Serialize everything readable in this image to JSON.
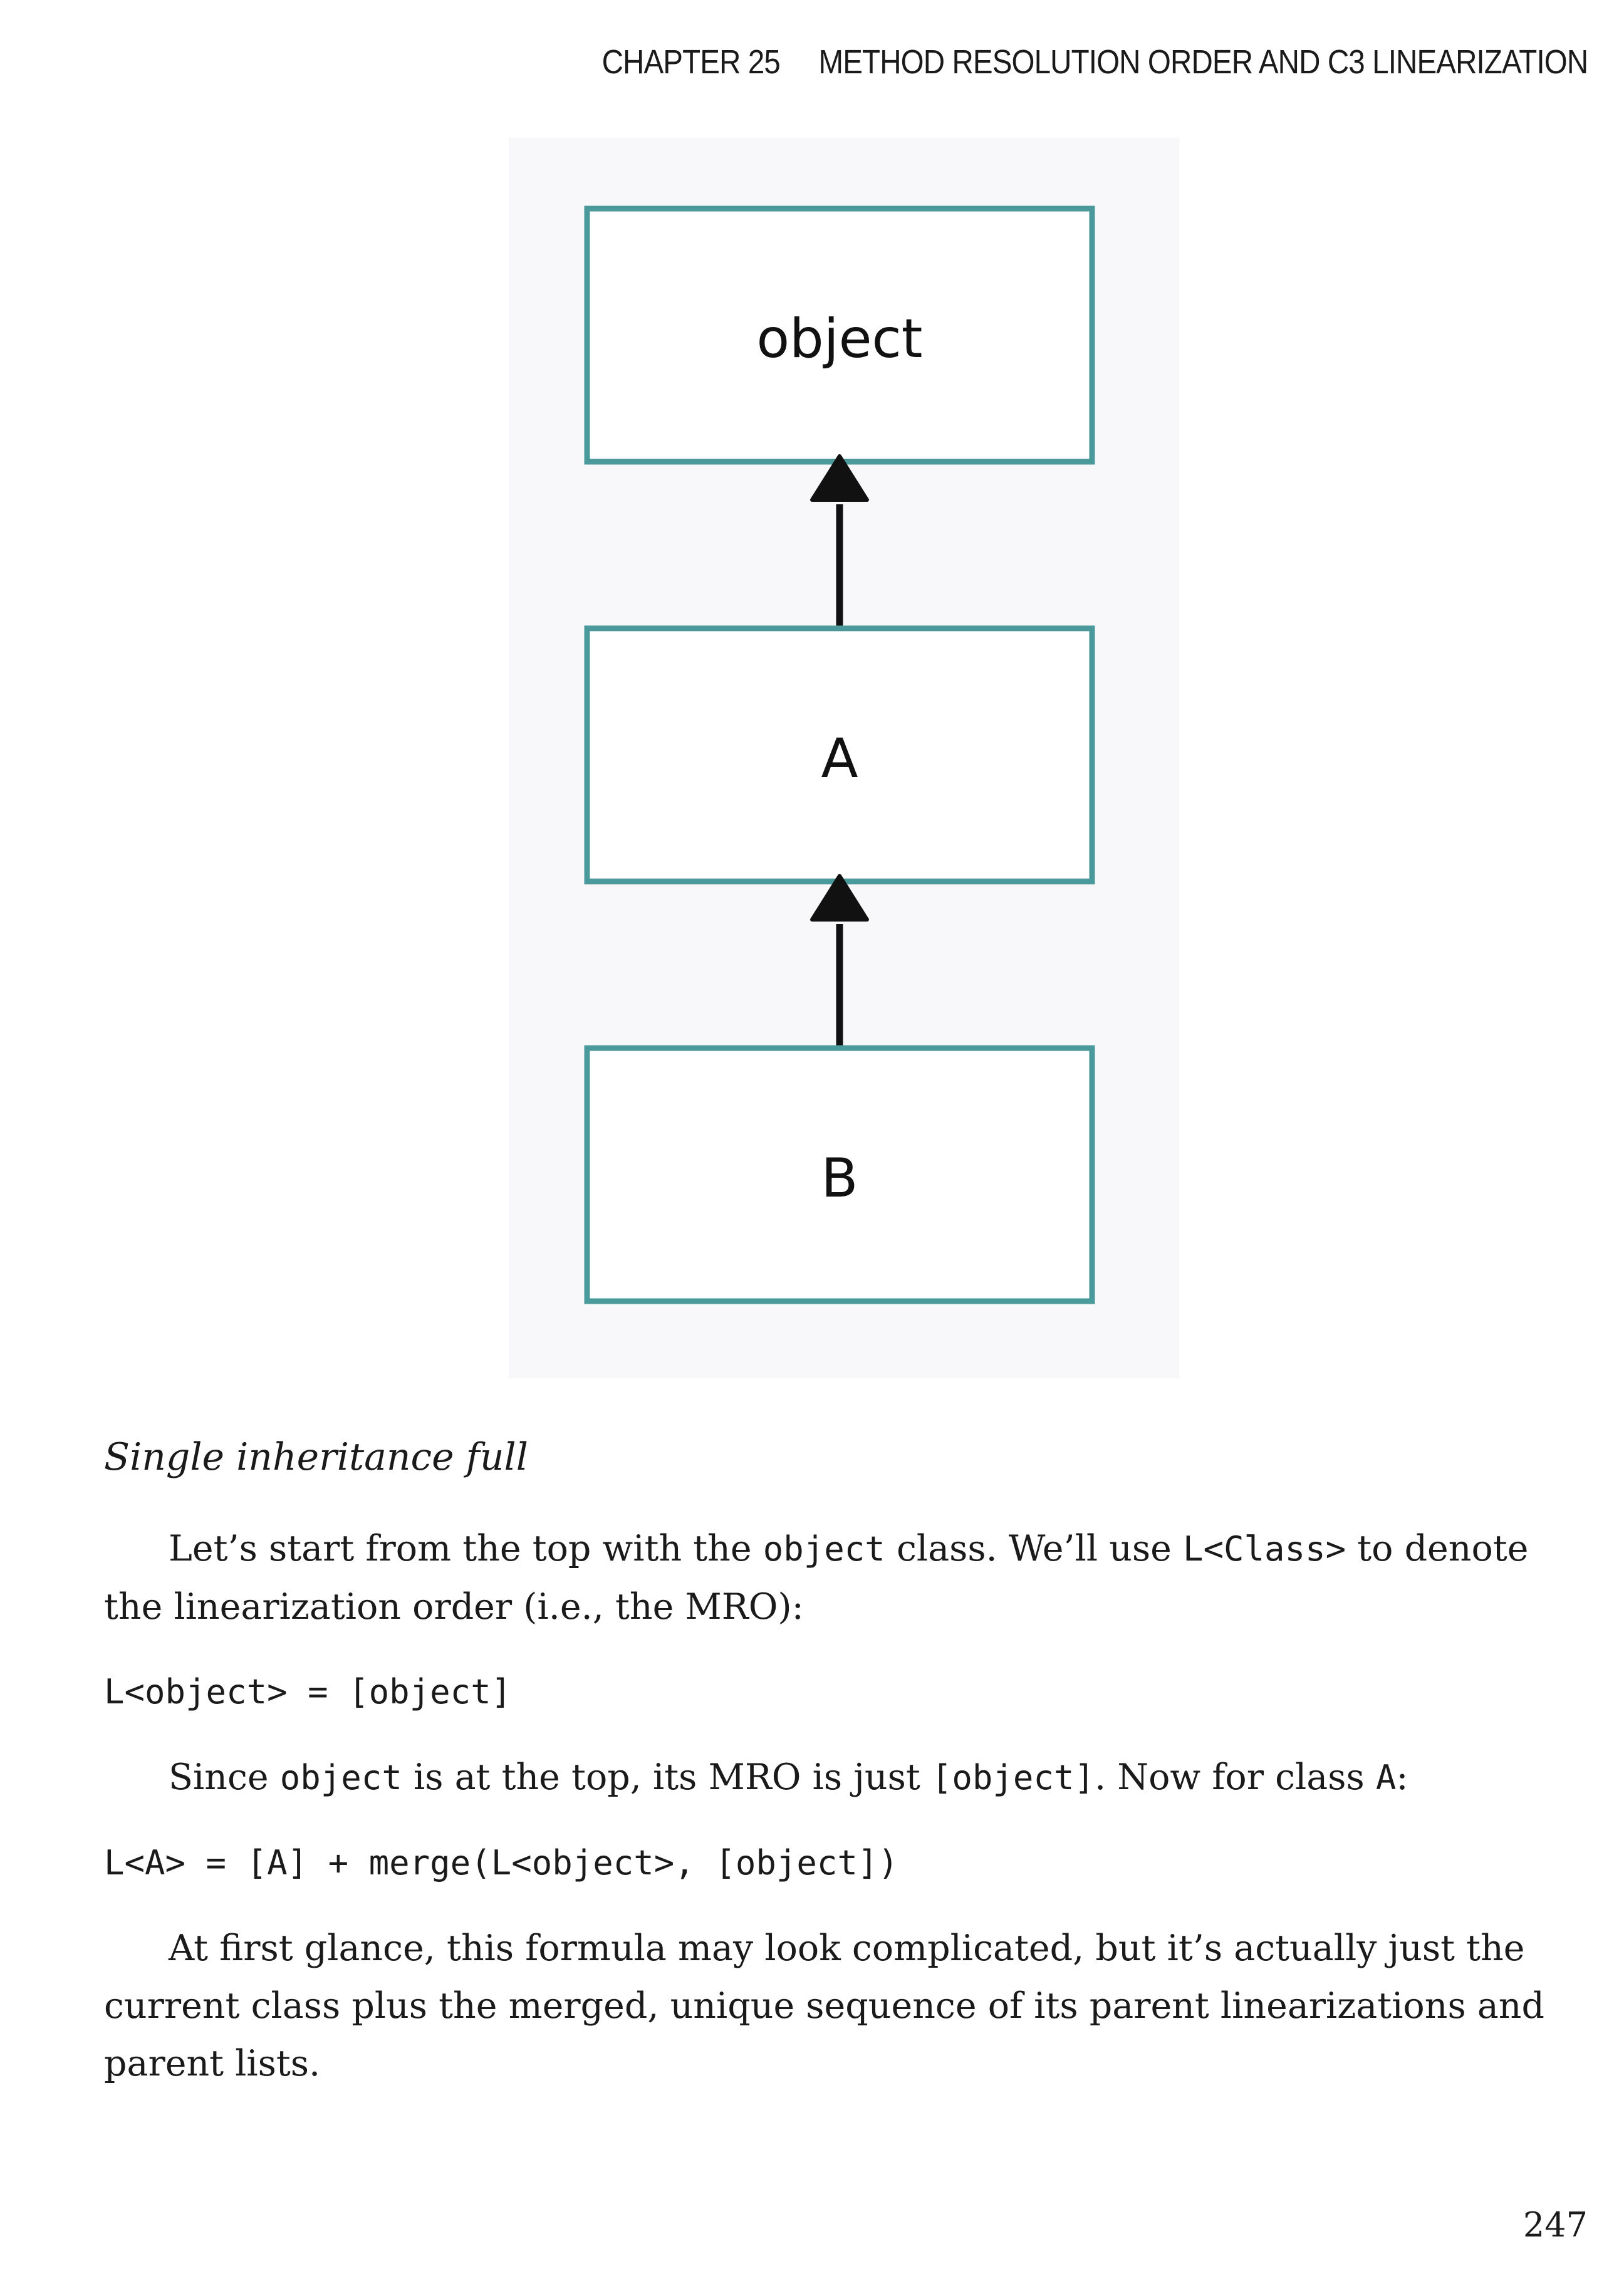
{
  "header": {
    "chapter": "CHAPTER 25",
    "title": "METHOD RESOLUTION ORDER AND C3 LINEARIZATION"
  },
  "diagram": {
    "nodes": [
      {
        "label": "object"
      },
      {
        "label": "A"
      },
      {
        "label": "B"
      }
    ],
    "edges": [
      {
        "from": "A",
        "to": "object"
      },
      {
        "from": "B",
        "to": "A"
      }
    ],
    "colors": {
      "box_border": "#4a9a9c",
      "arrow": "#111111",
      "background": "#f8f8fa"
    }
  },
  "section_heading": "Single inheritance full",
  "para1": {
    "t1": "Let’s start from the top with the ",
    "c1": "object",
    "t2": " class. We’ll use ",
    "c2": "L<Class>",
    "t3": " to denote the linearization order (i.e., the MRO):"
  },
  "code1": "L<object> = [object]",
  "para2": {
    "t1": "Since ",
    "c1": "object",
    "t2": " is at the top, its MRO is just ",
    "c2": "[object]",
    "t3": ". Now for class ",
    "c3": "A",
    "t4": ":"
  },
  "code2": "L<A> = [A] + merge(L<object>, [object])",
  "para3": "At first glance, this formula may look complicated, but it’s actually just the current class plus the merged, unique sequence of its parent linearizations and parent lists.",
  "page_number": "247"
}
